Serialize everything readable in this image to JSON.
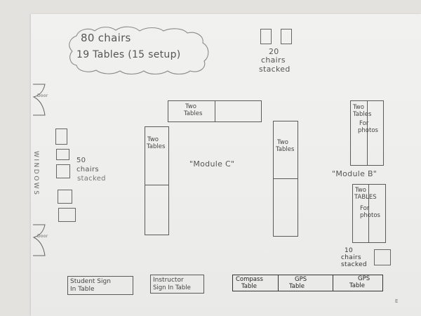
{
  "sheet": {
    "title": "Room layout sketch (hand-drawn)",
    "paper_color": "#efefed",
    "background_color": "#e3e2df",
    "ink_color": "#555555"
  },
  "summary_cloud": {
    "line1": "80 chairs",
    "line2": "19 Tables (15 setup)"
  },
  "chairs_top": {
    "label_count": "20",
    "label_line2": "chairs",
    "label_line3": "stacked",
    "boxes": 2
  },
  "left_wall": {
    "door_top_label": "Door",
    "door_bottom_label": "Door",
    "windows_label": "WINDOWS",
    "chairs_label_count": "50",
    "chairs_label_line2": "chairs",
    "chairs_label_line3": "stacked",
    "chair_boxes": 5
  },
  "module_c": {
    "label": "\"Module C\"",
    "top_table": {
      "line1": "Two",
      "line2": "Tables"
    },
    "left_table": {
      "line1": "Two",
      "line2": "Tables"
    },
    "right_table": {
      "line1": "Two",
      "line2": "Tables"
    }
  },
  "module_b": {
    "label": "\"Module B\"",
    "upper_table": {
      "line1": "Two",
      "line2": "Tables",
      "line3": "For",
      "line4": "photos"
    },
    "lower_table": {
      "line1": "Two",
      "line2": "TABLES",
      "line3": "For",
      "line4": "photos"
    }
  },
  "chairs_right": {
    "label_count": "10",
    "label_line2": "chairs",
    "label_line3": "stacked",
    "boxes": 1
  },
  "bottom_tables": {
    "student_sign_in": {
      "line1": "Student Sign",
      "line2": "In Table"
    },
    "instructor_sign_in": {
      "line1": "Instructor",
      "line2": "Sign In Table"
    },
    "row": [
      {
        "line1": "Compass",
        "line2": "Table"
      },
      {
        "line1": "GPS",
        "line2": "Table"
      },
      {
        "line1": "GPS",
        "line2": "Table"
      }
    ]
  },
  "corner_mark": "E"
}
